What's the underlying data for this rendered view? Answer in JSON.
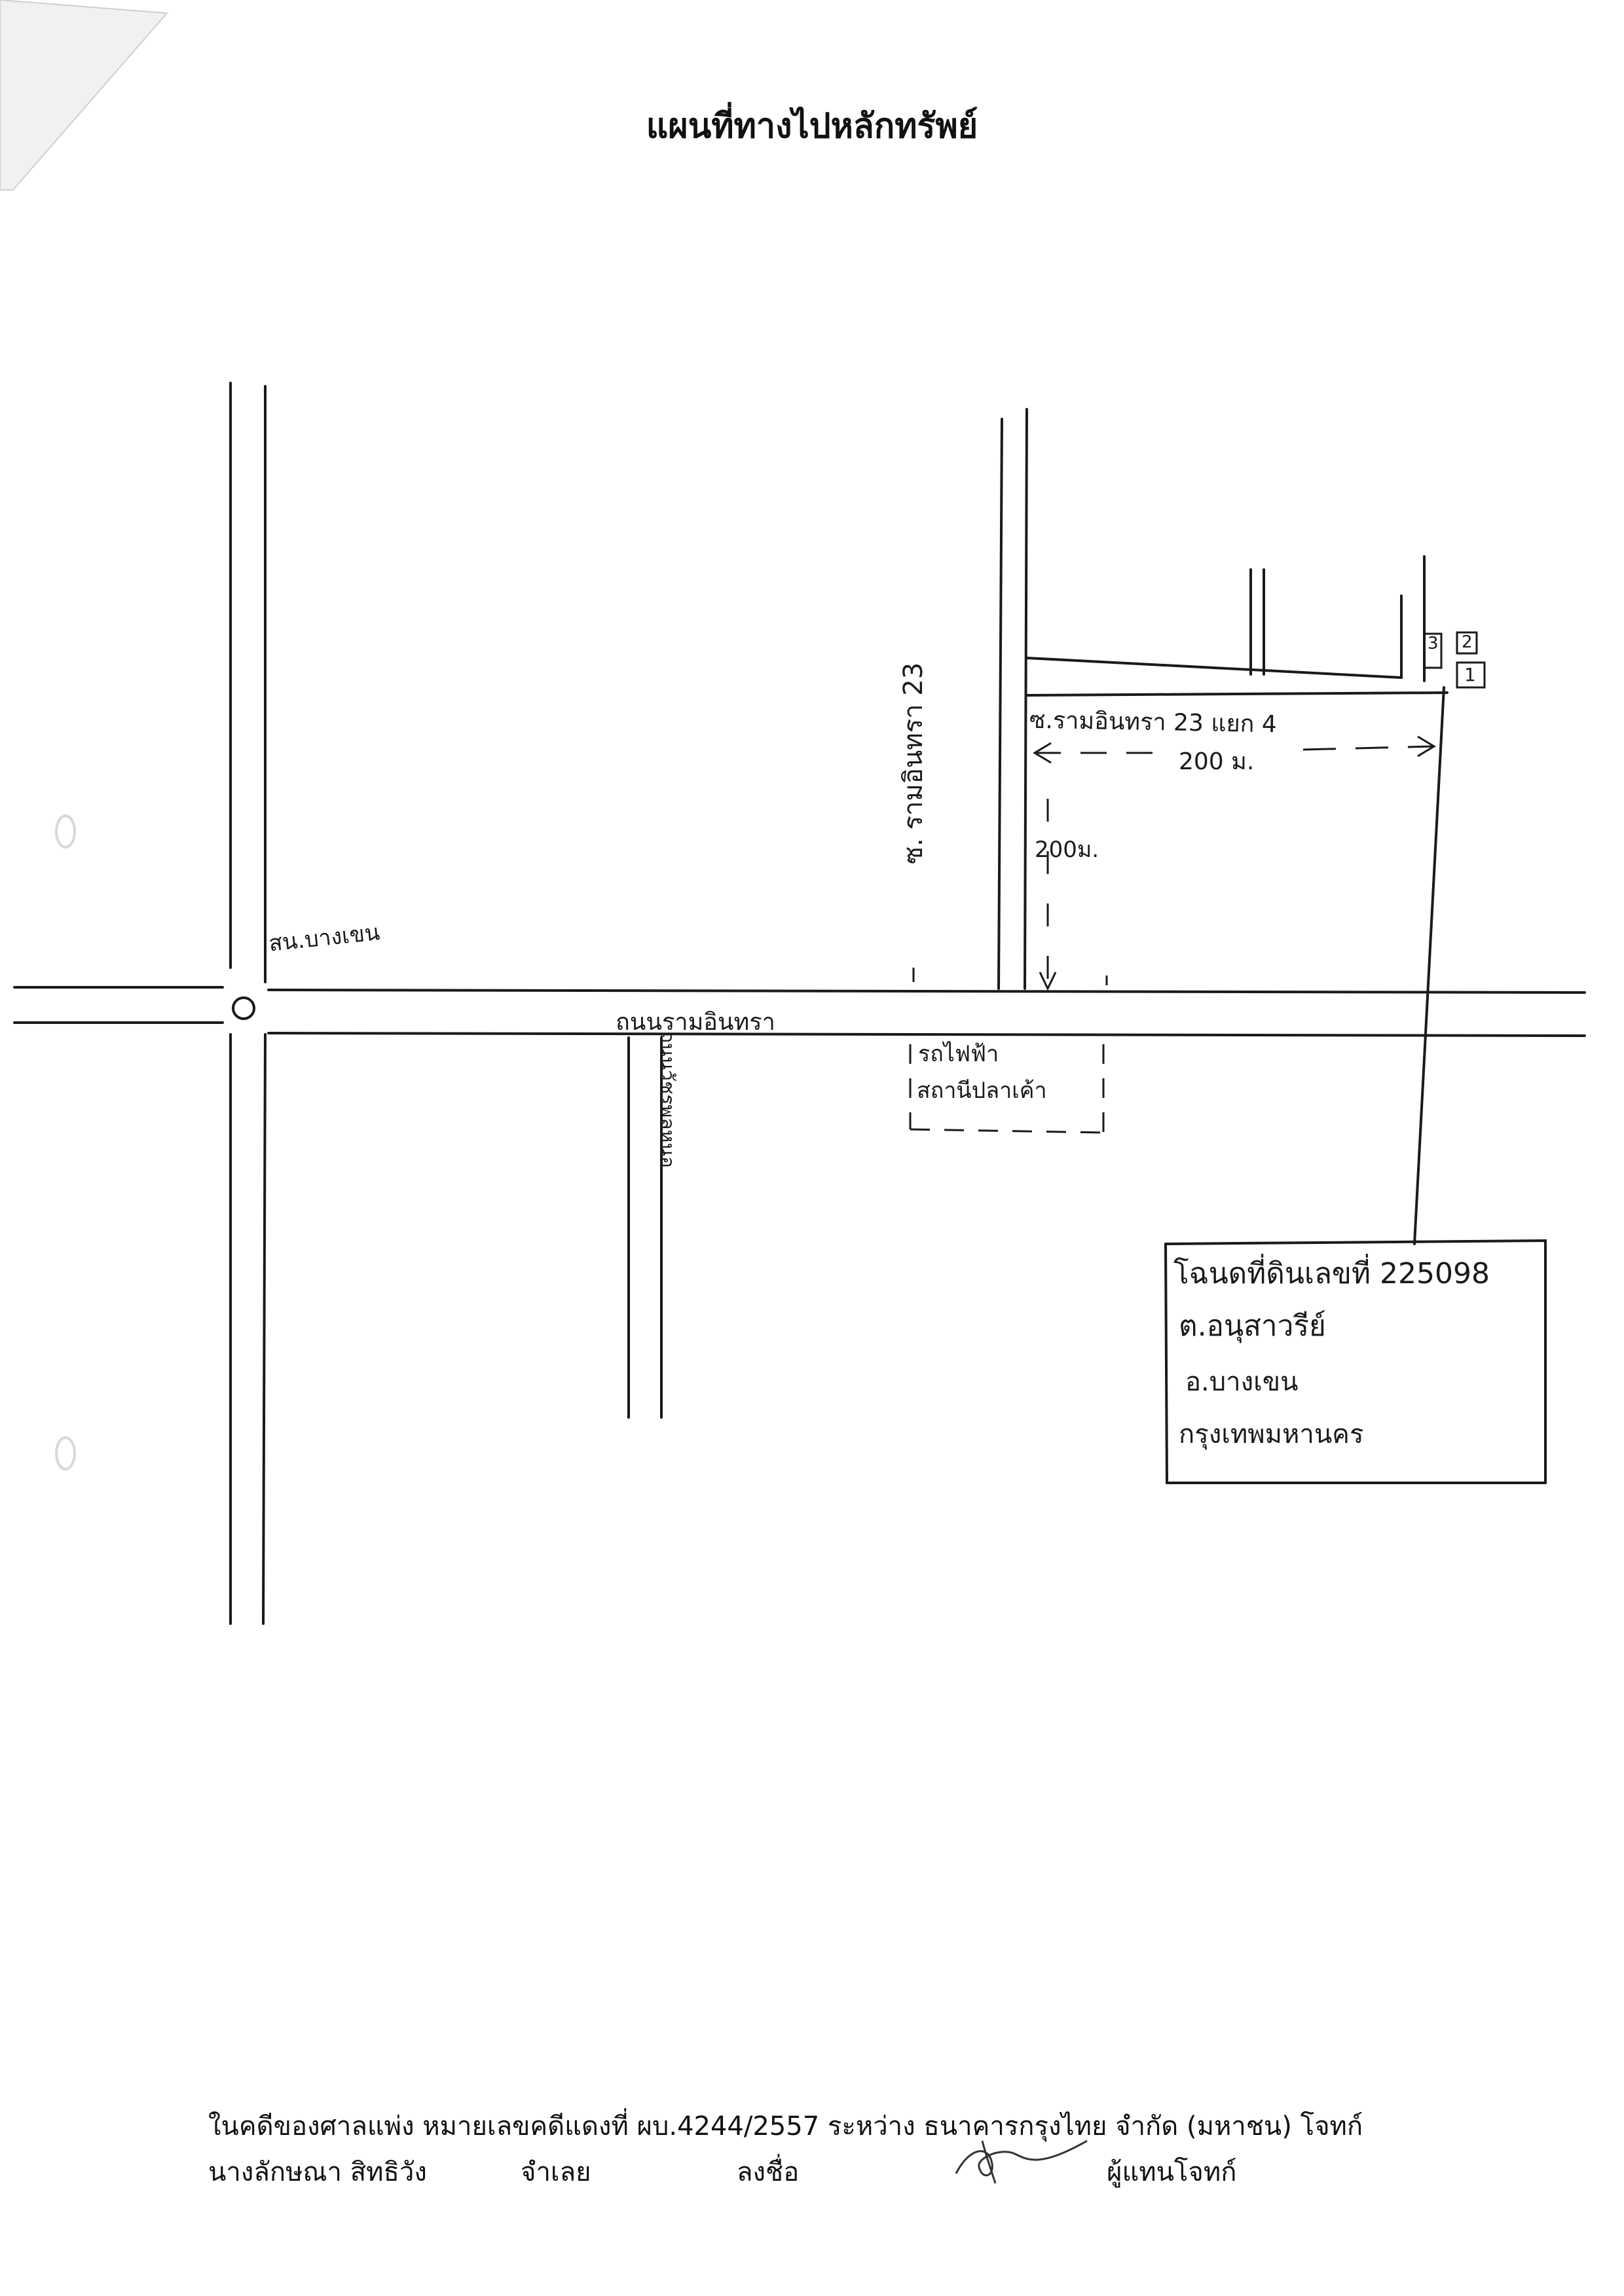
{
  "title": "แผนที่ทางไปหลักทรัพย์",
  "map": {
    "roads": {
      "main_road": "ถนนรามอินทรา",
      "soi_23": "ซ. รามอินทรา 23",
      "soi_23_yaek_4": "ซ.รามอินทรา 23 แยก 4",
      "left_road": "สน.บางเขน",
      "side_road": "ถนนวัชรพลหนอ"
    },
    "landmarks": {
      "bts_line1": "รถไฟฟ้า",
      "bts_line2": "สถานีปลาเค้า"
    },
    "distances": {
      "horizontal": "200 ม.",
      "vertical": "200ม."
    },
    "plots": [
      "3",
      "2",
      "1"
    ],
    "deed_box": {
      "line1": "โฉนดที่ดินเลขที่ 225098",
      "line2": "ต.อนุสาวรีย์",
      "line3": "อ.บางเขน",
      "line4": "กรุงเทพมหานคร"
    }
  },
  "footer": {
    "line1": "ในคดีของศาลแพ่ง หมายเลขคดีแดงที่ ผบ.4244/2557 ระหว่าง ธนาคารกรุงไทย จำกัด (มหาชน) โจทก์",
    "defendant": "นางลักษณา สิทธิวัง",
    "defendant_role": "จำเลย",
    "sign_label": "ลงชื่อ",
    "signer_role": "ผู้แทนโจทก์"
  }
}
